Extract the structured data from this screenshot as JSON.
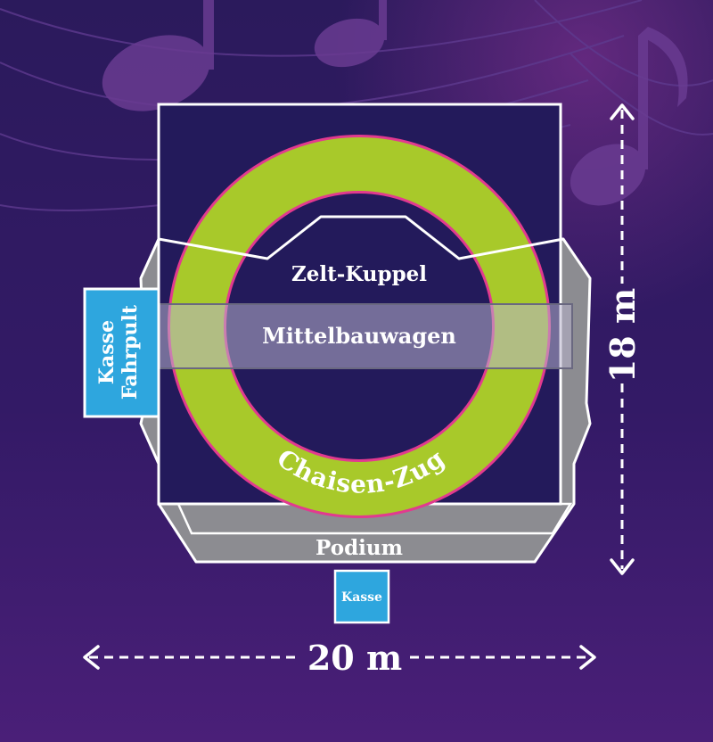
{
  "colors": {
    "background_top": "#2b1a5c",
    "background_bottom": "#4a1f78",
    "square": "#231a5b",
    "ring": "#a8c92a",
    "ring_edge": "#e23a8f",
    "platform": "#8c8c91",
    "box": "#2ea6de",
    "label_text": "#ffffff"
  },
  "labels": {
    "dome": "Zelt-Kuppel",
    "center_wagon": "Mittelbauwagen",
    "ring": "Chaisen-Zug",
    "podium": "Podium",
    "side_box_line1": "Kasse",
    "side_box_line2": "Fahrpult",
    "bottom_box": "Kasse",
    "width": "20 m",
    "height": "18 m"
  },
  "decor_icons": [
    "music-note-icon",
    "music-note-icon",
    "music-note-icon"
  ]
}
